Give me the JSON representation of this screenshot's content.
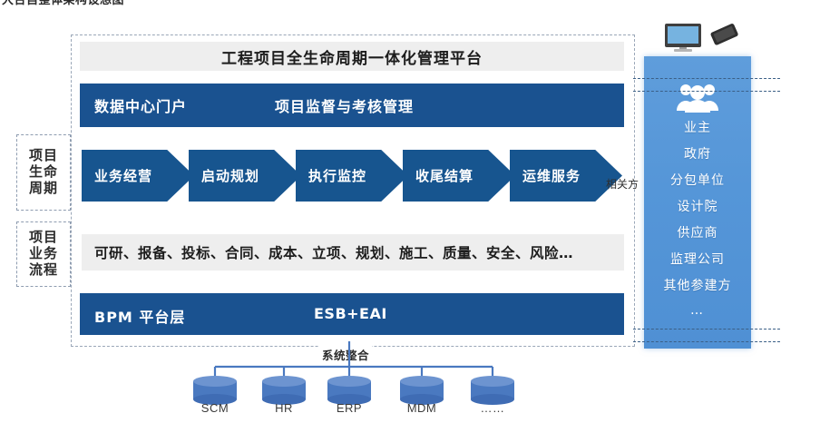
{
  "page": {
    "clipped_heading": "大台自整体架构设想图"
  },
  "diagram": {
    "main_title": "工程项目全生命周期一体化管理平台",
    "portal": {
      "left_label": "数据中心门户",
      "right_label": "项目监督与考核管理"
    },
    "side_labels": [
      {
        "name": "lifecycle",
        "text": "项目\n生命\n周期"
      },
      {
        "name": "business-flow",
        "text": "项目\n业务\n流程"
      }
    ],
    "lifecycle_stages": [
      "业务经营",
      "启动规划",
      "执行监控",
      "收尾结算",
      "运维服务"
    ],
    "related_party_label": "相关方",
    "business_process": "可研、报备、投标、合同、成本、立项、规划、施工、质量、安全、风险…",
    "platform": {
      "left_label": "BPM 平台层",
      "right_label": "ESB+EAI"
    },
    "stakeholders": {
      "icon": "people-group-icon",
      "items": [
        "业主",
        "政府",
        "分包单位",
        "设计院",
        "供应商",
        "监理公司",
        "其他参建方"
      ],
      "more": "…"
    },
    "devices": [
      {
        "name": "desktop-monitor-icon"
      },
      {
        "name": "smartphone-icon"
      }
    ],
    "system_integration": {
      "label": "系统整合",
      "databases": [
        "SCM",
        "HR",
        "ERP",
        "MDM",
        "……"
      ]
    }
  },
  "colors": {
    "dark_blue": "#1a5290",
    "chevron_blue": "#17558f",
    "panel_blue": "#5596d8",
    "band_gray": "#eeeeee",
    "dash_border": "#9aa7b8",
    "db_blue": "#4a79c0"
  }
}
